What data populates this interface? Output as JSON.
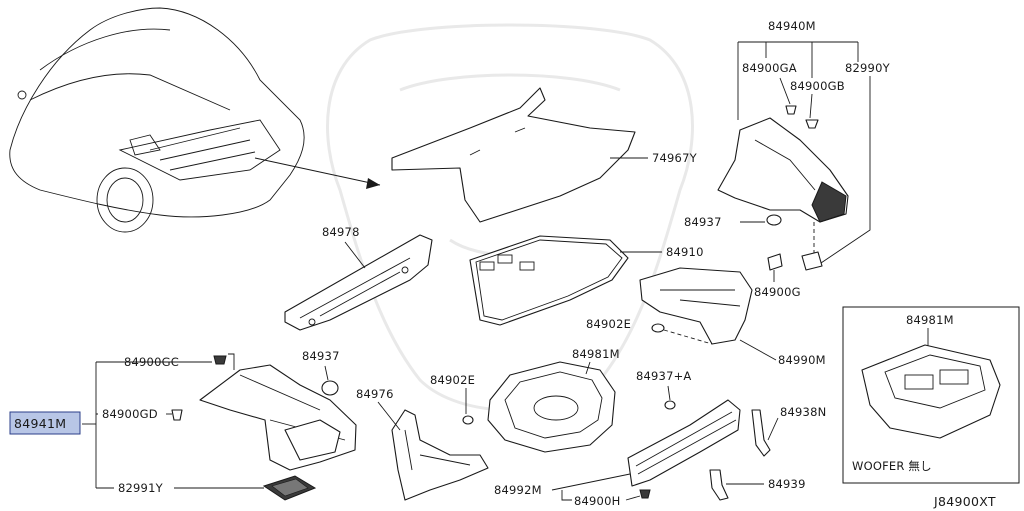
{
  "watermark": "seal",
  "labels": {
    "p84940M": "84940M",
    "p84900GA": "84900GA",
    "p84900GB": "84900GB",
    "p82990Y": "82990Y",
    "p74967Y": "74967Y",
    "p84937_r": "84937",
    "p84978": "84978",
    "p84910": "84910",
    "p84900G": "84900G",
    "p84902E_r": "84902E",
    "p84990M": "84990M",
    "p84981M_box": "84981M",
    "p84900GC": "84900GC",
    "p84937_l": "84937",
    "p84981M": "84981M",
    "p84941M": "84941M",
    "p84900GD": "84900GD",
    "p84976": "84976",
    "p84902E_c": "84902E",
    "p84937A": "84937+A",
    "p84938N": "84938N",
    "p82991Y": "82991Y",
    "p84992M": "84992M",
    "p84900H": "84900H",
    "p84939": "84939",
    "woofer_note": "WOOFER 無し",
    "diagram_code": "J84900XT"
  },
  "colors": {
    "highlight": "#b8c6e6",
    "highlight_border": "#2b3f8a",
    "ink": "#1a1a1a"
  }
}
